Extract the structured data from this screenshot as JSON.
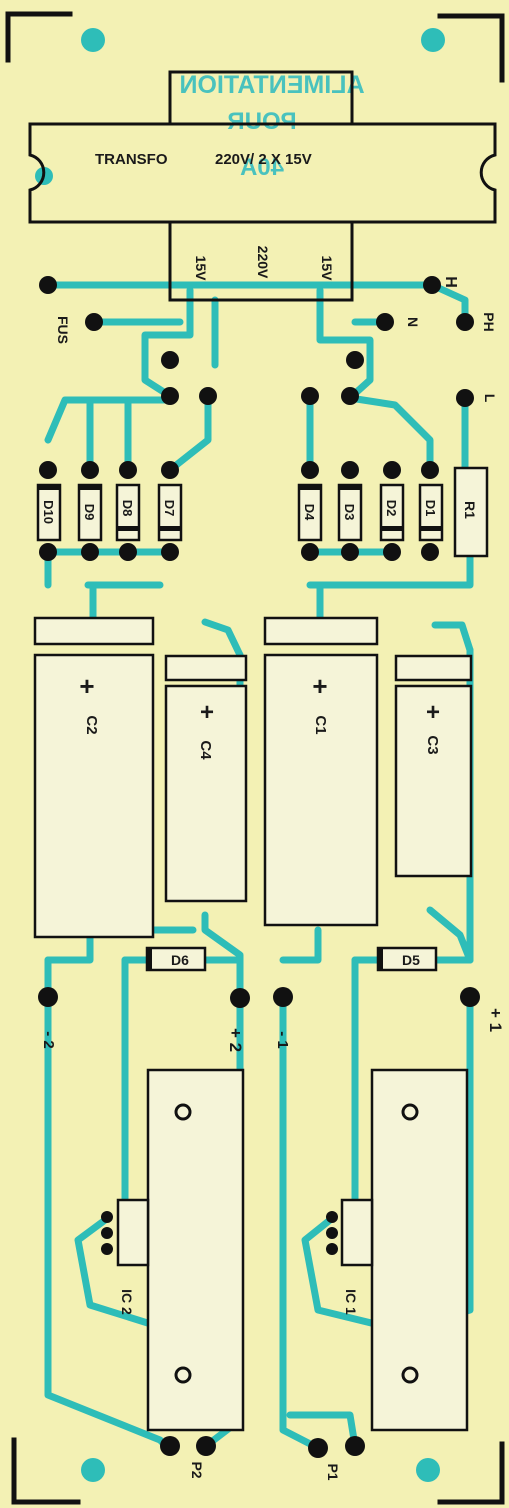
{
  "title": {
    "line1": "ALIMENTATION",
    "line2": "POUR",
    "line3": "40A"
  },
  "transformer": {
    "label": "TRANSFO",
    "rating": "220V/ 2 X 15V",
    "tap_left": "15V",
    "tap_mid": "220V",
    "tap_right": "15V"
  },
  "pads": {
    "fus": "FUS",
    "h": "H",
    "n": "N",
    "ph": "PH",
    "l": "L"
  },
  "diodes": {
    "d1": "D1",
    "d2": "D2",
    "d3": "D3",
    "d4": "D4",
    "d5": "D5",
    "d6": "D6",
    "d7": "D7",
    "d8": "D8",
    "d9": "D9",
    "d10": "D10"
  },
  "resistors": {
    "r1": "R1"
  },
  "capacitors": {
    "c1": "C1",
    "c2": "C2",
    "c3": "C3",
    "c4": "C4",
    "plus": "+"
  },
  "outputs": {
    "pos1": "+ 1",
    "neg1": "- 1",
    "pos2": "+ 2",
    "neg2": "- 2"
  },
  "regulators": {
    "ic1": "IC 1",
    "ic2": "IC 2"
  },
  "potentiometers": {
    "p1": "P1",
    "p2": "P2"
  },
  "colors": {
    "board": "#f3f1b4",
    "copper": "#2ebdb8",
    "ink": "#1a1a1a",
    "mirror_text": "#49c2be"
  }
}
